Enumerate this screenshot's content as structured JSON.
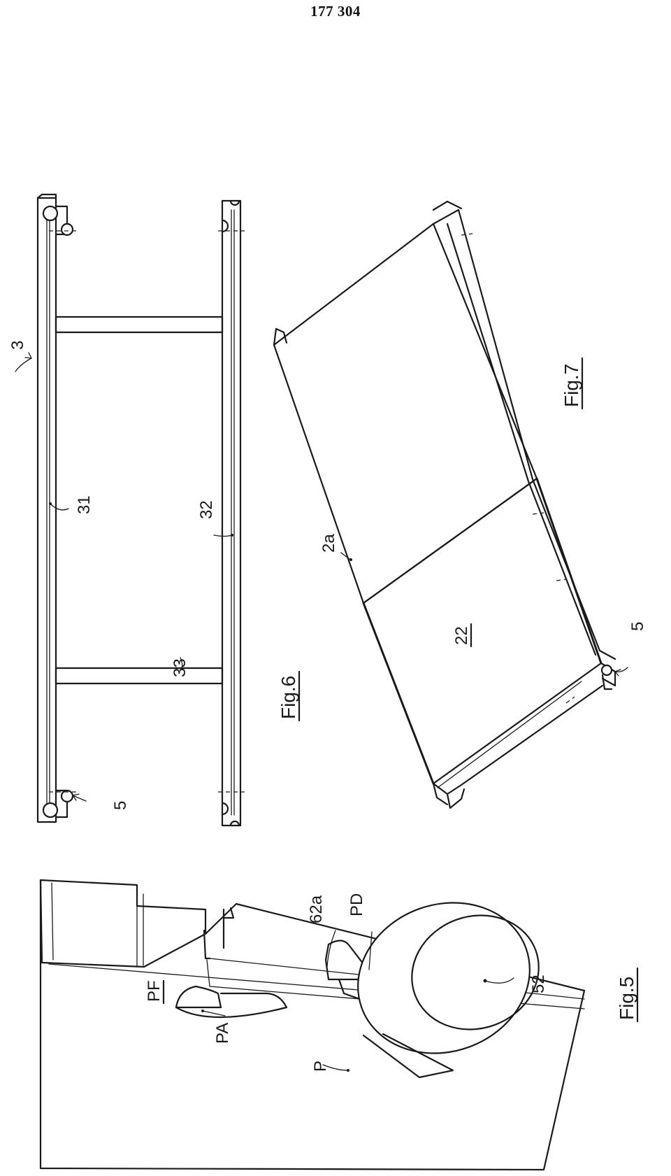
{
  "page": {
    "number": "177 304"
  },
  "labels": {
    "ref_3": "3",
    "ref_31": "31",
    "ref_32": "32",
    "ref_33": "33",
    "ref_5_fig6": "5",
    "fig6": "Fig.6",
    "ref_2a": "2a",
    "ref_22": "22",
    "ref_5_fig7": "5",
    "fig7": "Fig.7",
    "ref_62a": "62a",
    "ref_PD": "PD",
    "ref_52": "52",
    "ref_PF": "PF",
    "ref_PA": "PA",
    "ref_P": "P",
    "fig5": "Fig.5"
  }
}
